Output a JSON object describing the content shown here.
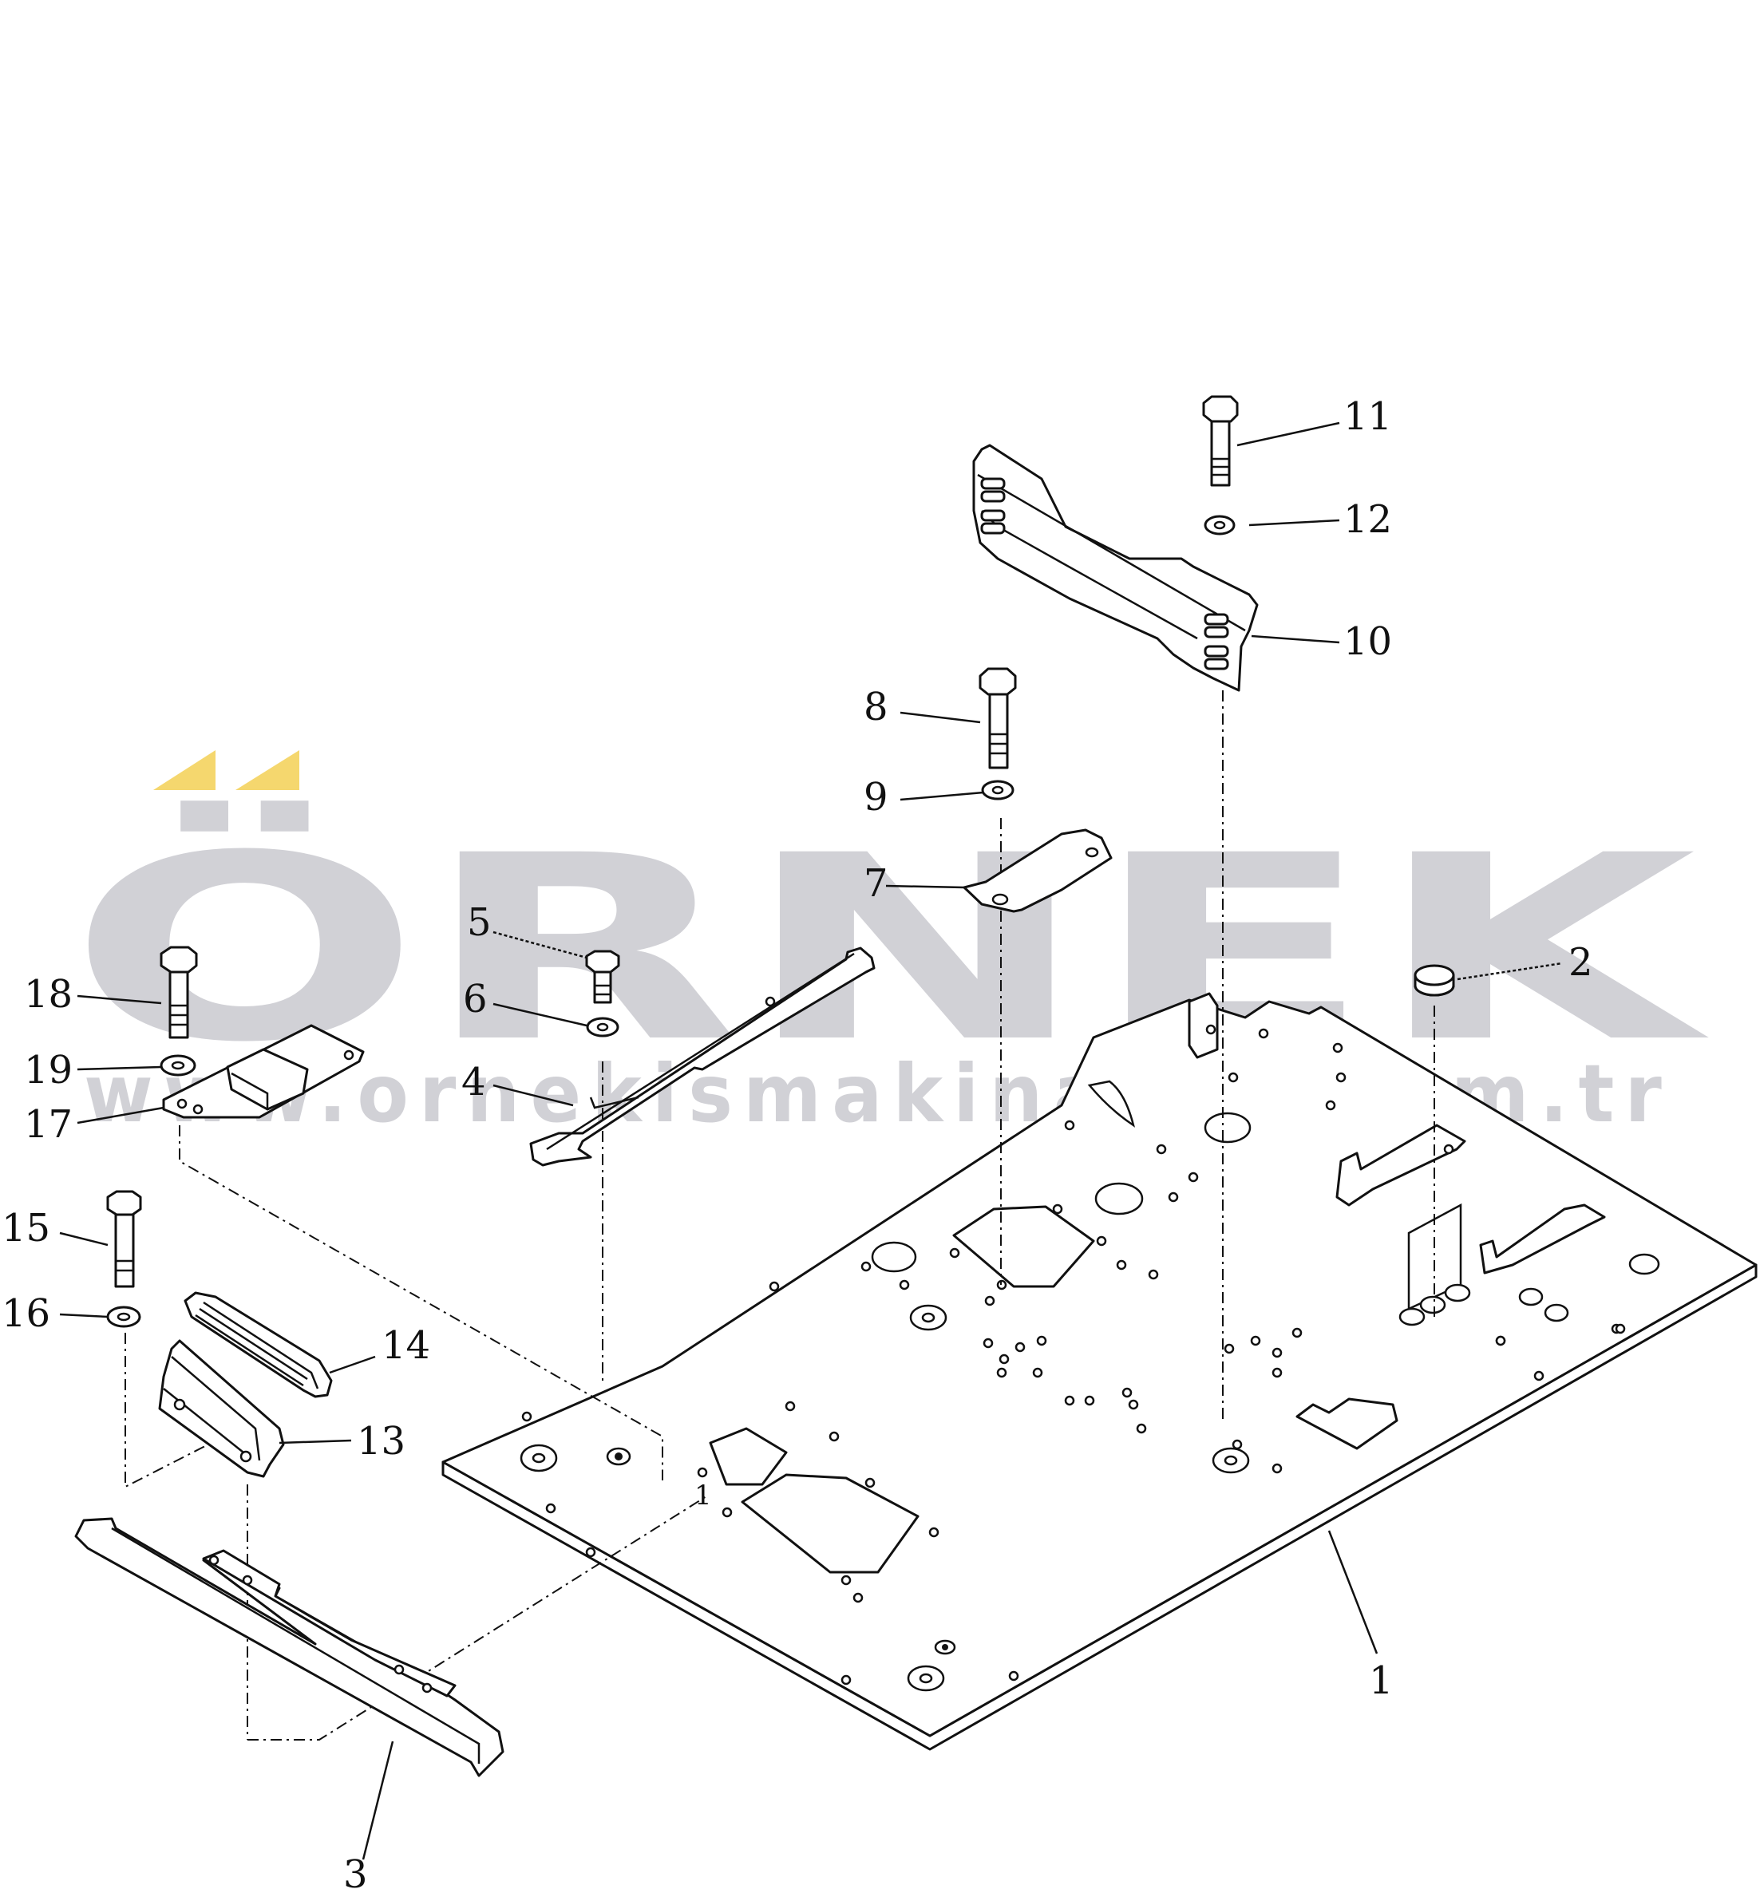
{
  "watermark": {
    "logo": "ÖRNEK",
    "url": "www.ornekismakinalari.com.tr",
    "accent_color": "#f5d76e",
    "text_color": "#c9c9cf"
  },
  "callouts": [
    {
      "id": "1",
      "text": "1"
    },
    {
      "id": "1b",
      "text": "1"
    },
    {
      "id": "2",
      "text": "2"
    },
    {
      "id": "3",
      "text": "3"
    },
    {
      "id": "4",
      "text": "4"
    },
    {
      "id": "5",
      "text": "5"
    },
    {
      "id": "6",
      "text": "6"
    },
    {
      "id": "7",
      "text": "7"
    },
    {
      "id": "8",
      "text": "8"
    },
    {
      "id": "9",
      "text": "9"
    },
    {
      "id": "10",
      "text": "10"
    },
    {
      "id": "11",
      "text": "11"
    },
    {
      "id": "12",
      "text": "12"
    },
    {
      "id": "13",
      "text": "13"
    },
    {
      "id": "14",
      "text": "14"
    },
    {
      "id": "15",
      "text": "15"
    },
    {
      "id": "16",
      "text": "16"
    },
    {
      "id": "17",
      "text": "17"
    },
    {
      "id": "18",
      "text": "18"
    },
    {
      "id": "19",
      "text": "19"
    }
  ]
}
